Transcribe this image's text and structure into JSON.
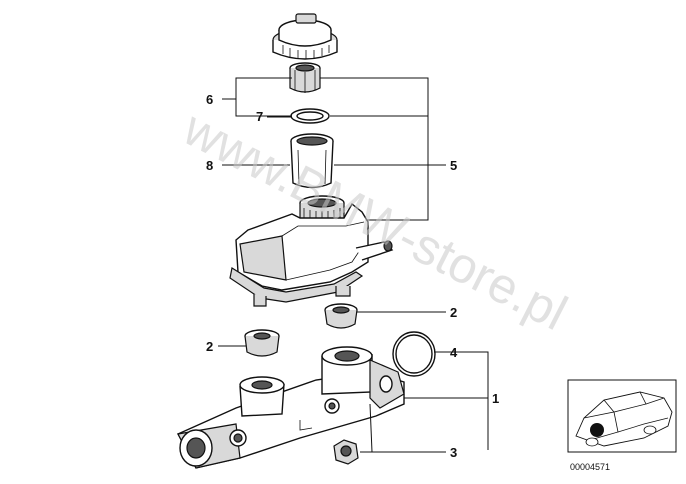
{
  "callouts": {
    "c1": "1",
    "c2a": "2",
    "c2b": "2",
    "c3": "3",
    "c4": "4",
    "c5": "5",
    "c6": "6",
    "c7": "7",
    "c8": "8"
  },
  "watermark": "www.BMW-store.pl",
  "diagram_id": "00004571"
}
